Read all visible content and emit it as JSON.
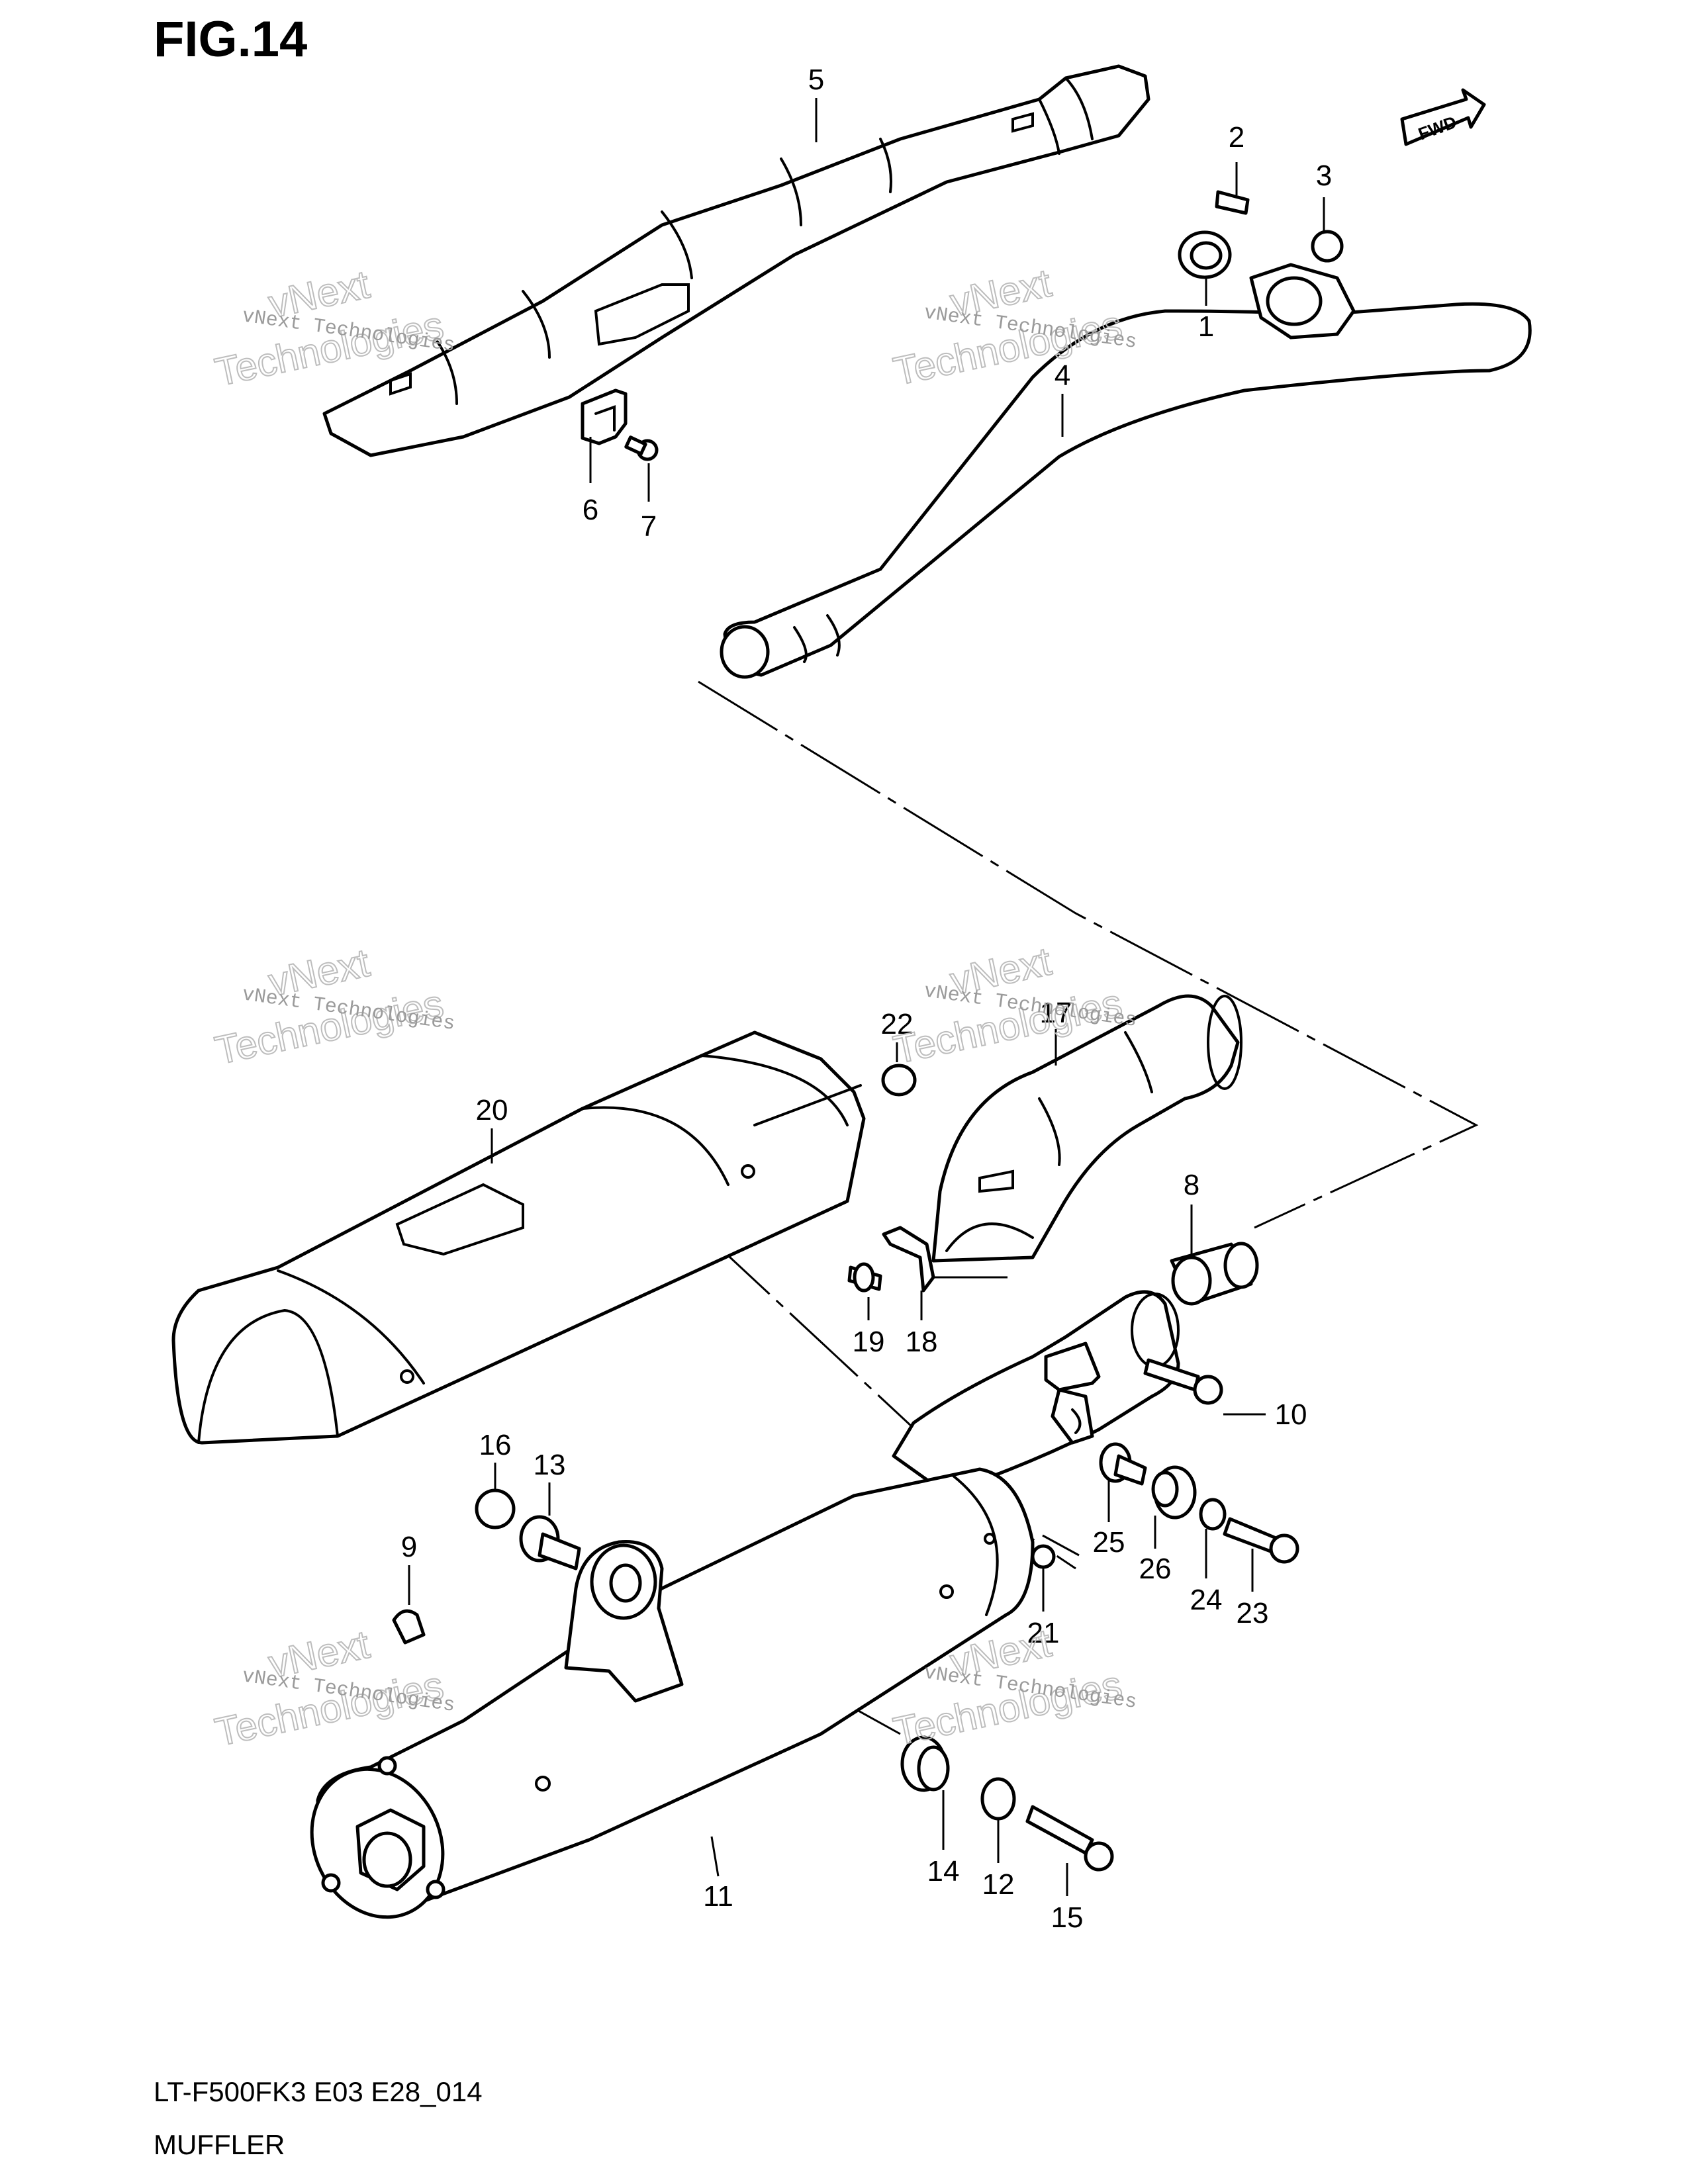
{
  "figure": {
    "title": "FIG.14",
    "model_code": "LT-F500FK3 E03 E28_014",
    "section_name": "MUFFLER",
    "fwd_label": "FWD"
  },
  "watermark": {
    "line1": "vNext Technologies",
    "line2": "vNext",
    "line3": "Technologies"
  },
  "callouts": [
    "1",
    "2",
    "3",
    "4",
    "5",
    "6",
    "7",
    "8",
    "9",
    "10",
    "11",
    "12",
    "13",
    "14",
    "15",
    "16",
    "17",
    "18",
    "19",
    "20",
    "21",
    "22",
    "23",
    "24",
    "25",
    "26"
  ]
}
